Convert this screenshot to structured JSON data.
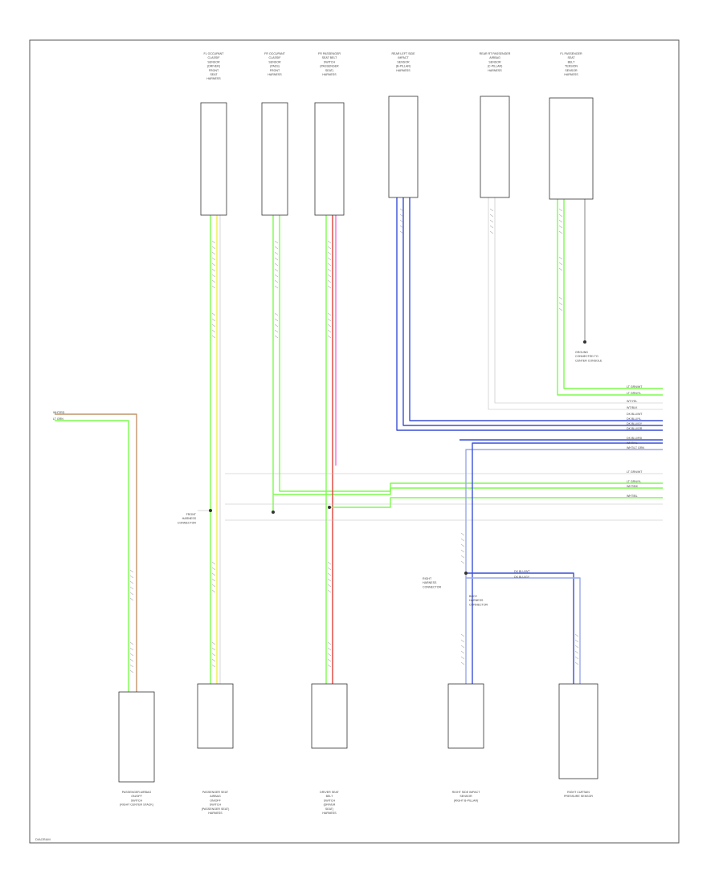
{
  "diagram": {
    "footer_code": "DIAGRAM",
    "colors": {
      "green": "#7CFC4C",
      "blue": "#3a4fd6",
      "light_blue": "#9aa9e8",
      "pink": "#f06ee0",
      "red": "#e0403a",
      "yellow": "#f2f04a",
      "brown": "#c2956a",
      "gray": "#bdbdbd"
    },
    "top_components": [
      {
        "label": [
          "FL OCCUPANT",
          "CLASSIF",
          "SENSOR",
          "(DRIVER)",
          "FRONT",
          "SEAT",
          "HARNESS"
        ]
      },
      {
        "label": [
          "FR OCCUPANT",
          "CLASSIF",
          "SENSOR",
          "(PASS)",
          "FRONT",
          "HARNESS"
        ]
      },
      {
        "label": [
          "FR PASSENGER",
          "SEAT BELT",
          "SWITCH",
          "(PASSENGER",
          "SEAT)",
          "HARNESS"
        ]
      },
      {
        "label": [
          "REAR LEFT SIDE",
          "IMPACT",
          "SENSOR",
          "(B-PILLAR)",
          "HARNESS"
        ]
      },
      {
        "label": [
          "REAR RT PASSENGER",
          "AIRBAG",
          "SENSOR",
          "(C-PILLAR)",
          "HARNESS"
        ]
      },
      {
        "label": [
          "FL PASSENGER",
          "SEAT",
          "BELT",
          "TENSION",
          "SENSOR",
          "HARNESS"
        ]
      }
    ],
    "bottom_components": [
      {
        "label": [
          "PASSENGER AIRBAG",
          "ON/OFF",
          "SWITCH",
          "(RIGHT CENTER STACK)"
        ]
      },
      {
        "label": [
          "PASSENGER SEAT",
          "AIRBAG",
          "ON/OFF",
          "SWITCH",
          "(PASSENGER SEAT)",
          "HARNESS"
        ]
      },
      {
        "label": [
          "DRIVER SEAT",
          "BELT",
          "SWITCH",
          "(DRIVER",
          "SEAT)",
          "HARNESS"
        ]
      },
      {
        "label": [
          "RIGHT SIDE IMPACT",
          "SENSOR",
          "(RIGHT B-PILLAR)"
        ]
      },
      {
        "label": [
          "RIGHT CURTAIN",
          "PRESSURE SENSOR"
        ]
      }
    ],
    "connector_notes": [
      {
        "label": [
          "FRONT",
          "HARNESS",
          "CONNECTOR"
        ]
      },
      {
        "label": [
          "RIGHT",
          "HARNESS",
          "CONNECTOR"
        ]
      },
      {
        "label": [
          "BODY",
          "HARNESS",
          "CONNECTOR"
        ]
      },
      {
        "label": [
          "GROUND",
          "CONNECTED TO",
          "CENTER CONSOLE"
        ]
      }
    ],
    "right_wire_labels": [
      "LT GRN/WT",
      "LT GRN/YL",
      "WT/YEL",
      "WT/BLK",
      "DK BLU/WT",
      "DK BLU/YL",
      "DK BLU/GY",
      "DK BLU/OR",
      "DK BLU/RD",
      "WHT/YL",
      "WHT/LT GRN",
      "LT GRN/WT",
      "LT GRN/YL",
      "WHT/BK",
      "WHT/BL"
    ],
    "left_wire_labels": [
      "WHT/RD",
      "LT GRN"
    ],
    "bottom_right_wire_labels": [
      "DK BLU/WT",
      "DK BLU/GY"
    ]
  }
}
